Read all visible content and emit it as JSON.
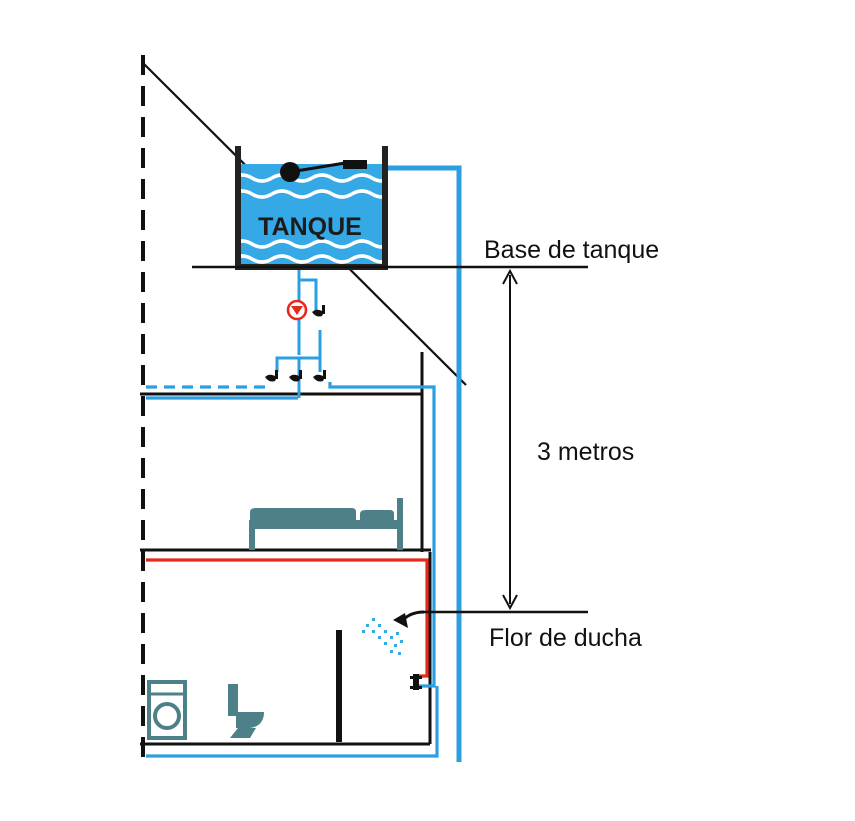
{
  "labels": {
    "tank": "TANQUE",
    "tank_base": "Base de tanque",
    "height": "3 metros",
    "shower": "Flor de ducha"
  },
  "colors": {
    "water": "#35a8e6",
    "cold_pipe": "#2b9fe0",
    "hot_pipe": "#e8281c",
    "line": "#111111",
    "furniture": "#4d8088",
    "pump": "#e8281c"
  },
  "icons": [
    "tank",
    "float-valve",
    "pump-icon",
    "valve-icon",
    "bed-icon",
    "shower-head-icon",
    "washing-machine-icon",
    "toilet-icon"
  ]
}
